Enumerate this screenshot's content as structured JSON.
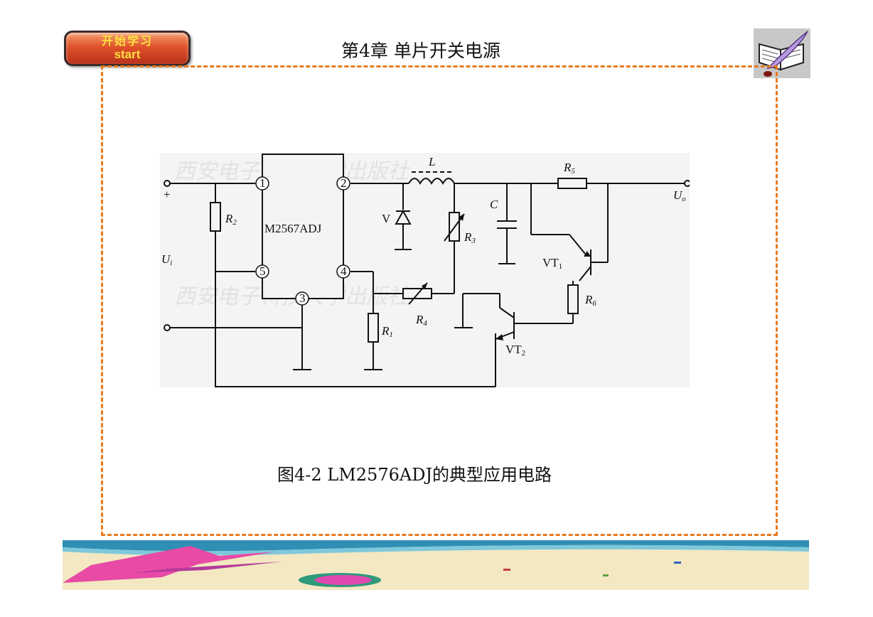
{
  "start_button": {
    "cn": "开始学习",
    "en": "start"
  },
  "header": {
    "title": "第4章    单片开关电源"
  },
  "icons": {
    "book": "book-quill-icon"
  },
  "colors": {
    "frame": "#e87a1f",
    "button": "#e0522a"
  },
  "figure": {
    "chip_label": "M2567ADJ",
    "pins": [
      "1",
      "2",
      "3",
      "4",
      "5"
    ],
    "labels": {
      "L": "L",
      "C": "C",
      "V": "V",
      "R1": "R",
      "R2": "R",
      "R3": "R",
      "R4": "R",
      "R5": "R",
      "R6": "R",
      "VT1": "VT",
      "VT2": "VT",
      "Ui": "U",
      "Uo": "U",
      "plus": "+"
    },
    "subs": {
      "R1": "1",
      "R2": "2",
      "R3": "3",
      "R4": "4",
      "R5": "5",
      "R6": "6",
      "VT1": "1",
      "VT2": "2",
      "Ui": "i",
      "Uo": "o"
    },
    "watermark": "西安电子科技大学出版社"
  },
  "caption": "图4-2  LM2576ADJ的典型应用电路"
}
